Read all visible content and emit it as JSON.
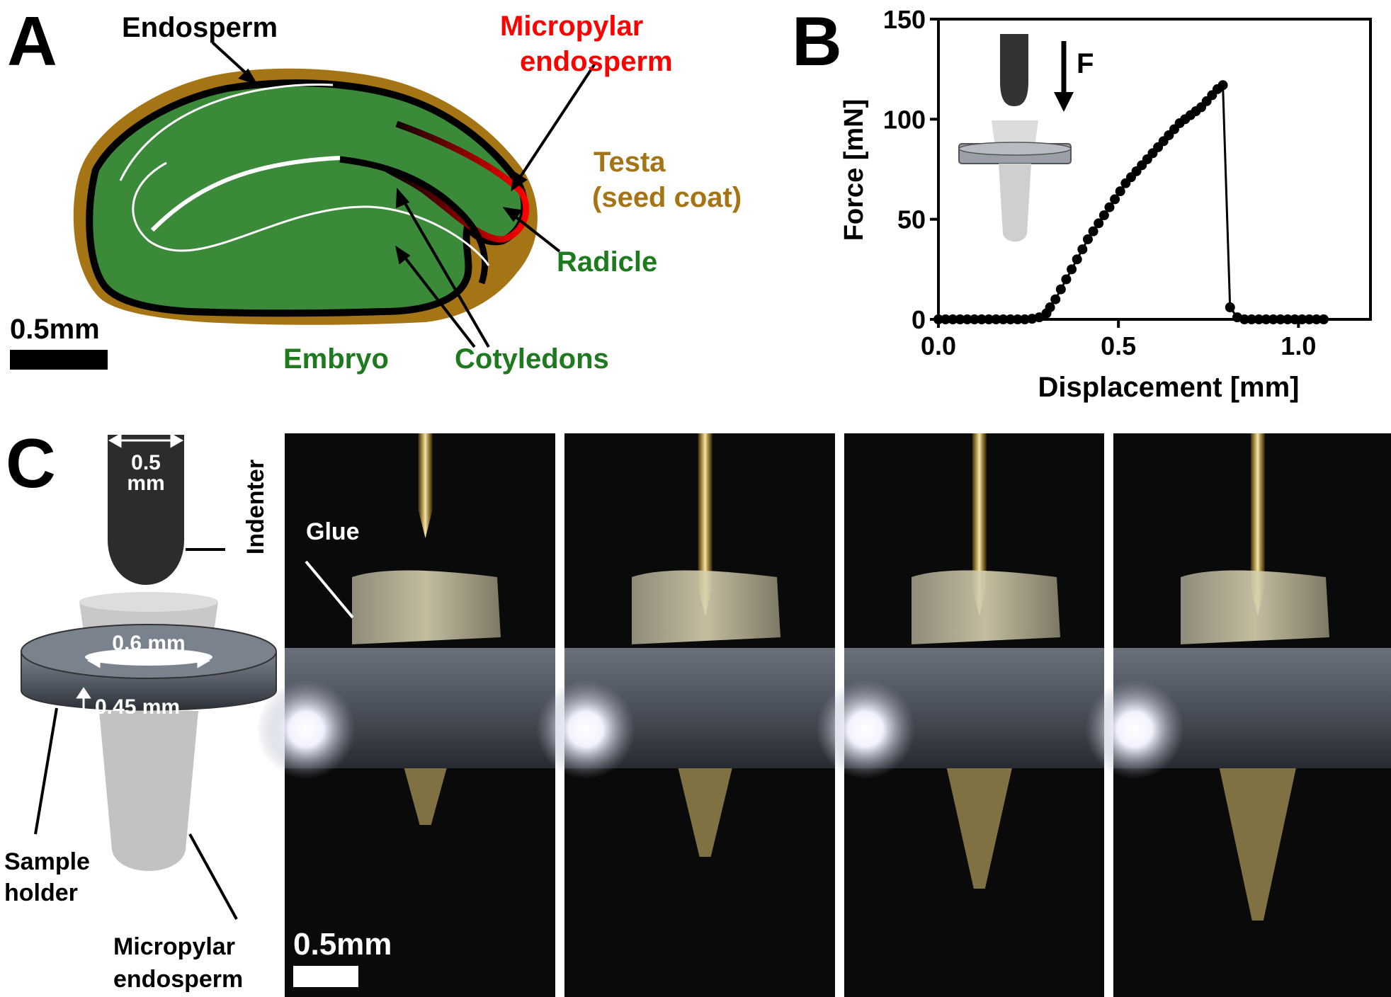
{
  "panel_a": {
    "letter": "A",
    "labels": {
      "endosperm": "Endosperm",
      "micropylar_line1": "Micropylar",
      "micropylar_line2": "endosperm",
      "testa_line1": "Testa",
      "testa_line2": "(seed coat)",
      "radicle": "Radicle",
      "embryo": "Embryo",
      "cotyledons": "Cotyledons",
      "scale": "0.5mm"
    },
    "colors": {
      "testa": "#A57415",
      "embryo": "#3B8A3A",
      "micropylar": "#FF0000",
      "endosperm": "#000000",
      "label_green": "#1E7A1E",
      "label_brown": "#A57415",
      "label_red": "#FF0000"
    }
  },
  "panel_b": {
    "letter": "B",
    "force_label": "F"
  },
  "chart_data": {
    "type": "line",
    "xlabel": "Displacement [mm]",
    "ylabel": "Force [mN]",
    "xlim": [
      0.0,
      1.2
    ],
    "ylim": [
      0,
      150
    ],
    "xticks": [
      "0.0",
      "0.5",
      "1.0"
    ],
    "xtick_values": [
      0.0,
      0.5,
      1.0
    ],
    "yticks": [
      "0",
      "50",
      "100",
      "150"
    ],
    "ytick_values": [
      0,
      50,
      100,
      150
    ],
    "grid": false,
    "series": [
      {
        "marker": "circle",
        "color": "#000000",
        "x": [
          0.0,
          0.02,
          0.04,
          0.06,
          0.08,
          0.1,
          0.12,
          0.14,
          0.16,
          0.18,
          0.2,
          0.22,
          0.24,
          0.26,
          0.28,
          0.3,
          0.31,
          0.325,
          0.34,
          0.355,
          0.37,
          0.385,
          0.4,
          0.415,
          0.43,
          0.445,
          0.46,
          0.475,
          0.49,
          0.505,
          0.52,
          0.535,
          0.55,
          0.565,
          0.58,
          0.595,
          0.61,
          0.625,
          0.64,
          0.655,
          0.67,
          0.685,
          0.7,
          0.715,
          0.73,
          0.745,
          0.76,
          0.775,
          0.79,
          0.81,
          0.83,
          0.85,
          0.87,
          0.89,
          0.91,
          0.93,
          0.95,
          0.97,
          0.99,
          1.01,
          1.03,
          1.05,
          1.07
        ],
        "y": [
          0,
          0,
          0,
          0,
          0,
          0,
          0,
          0,
          0,
          0,
          0,
          0,
          0,
          0.3,
          1,
          3,
          6,
          10,
          15,
          20,
          25,
          30,
          35,
          40,
          44,
          48,
          52,
          56,
          60,
          64,
          68,
          71,
          74,
          77,
          80,
          83,
          86,
          89,
          92,
          95,
          98,
          100,
          102,
          104,
          106,
          109,
          112,
          115,
          117,
          6,
          1,
          0,
          0,
          0,
          0,
          0,
          0,
          0,
          0,
          0,
          0,
          0,
          0
        ]
      }
    ]
  },
  "panel_c": {
    "letter": "C",
    "labels": {
      "indenter": "Indenter",
      "width_05_line1": "0.5",
      "width_05_line2": "mm",
      "width_06": "0.6 mm",
      "thickness": "0.45 mm",
      "sample_line1": "Sample",
      "sample_line2": "holder",
      "micropylar_line1": "Micropylar",
      "micropylar_line2": "endosperm",
      "glue": "Glue",
      "scale": "0.5mm"
    }
  }
}
